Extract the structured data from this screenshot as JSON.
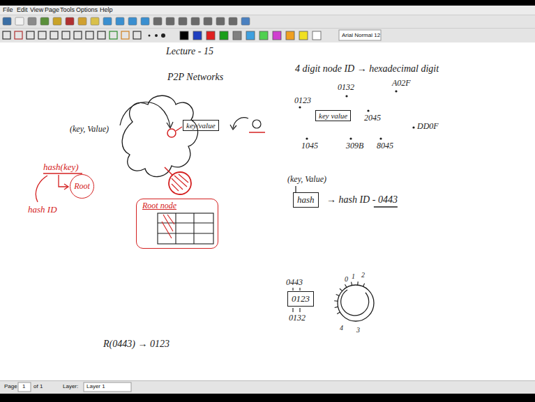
{
  "diagram": {
    "nodes": [
      {
        "text": [
          "key/value"
        ]
      },
      {
        "text": [
          "key value"
        ]
      },
      {
        "text": [
          "Root"
        ]
      },
      {
        "text": [
          "Root node"
        ]
      },
      {
        "text": [
          "hash"
        ]
      },
      {
        "text": [
          "0123"
        ]
      }
    ],
    "labels": [
      "File",
      "Edit",
      "View",
      "Page",
      "Tools",
      "Options",
      "Help",
      "Arial Normal 12",
      "Lecture - 15",
      "P2P Networks",
      "4 digit node ID → hexadecimal digit",
      "0132",
      "A02F",
      "0123",
      "DD0F",
      "2045",
      "1045",
      "309B",
      "8045",
      "(key, Value)",
      "hash(key)",
      "hash ID",
      "(key, Value)",
      "→ hash ID - 0443",
      "0443",
      "0132",
      "R(0443) → 0123",
      "0",
      "1",
      "2",
      "4",
      "3",
      "Page",
      "1",
      "of 1",
      "Layer:",
      "Layer 1"
    ]
  }
}
